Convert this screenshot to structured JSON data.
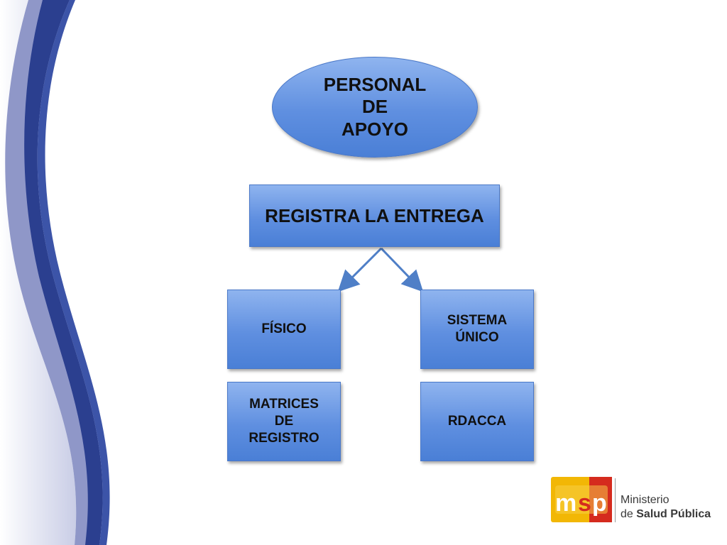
{
  "diagram": {
    "top_node": "PERSONAL\nDE\nAPOYO",
    "main_node": "REGISTRA LA ENTREGA",
    "left_branch": "FÍSICO",
    "right_branch": "SISTEMA\nÚNICO",
    "left_sub": "MATRICES\nDE\nREGISTRO",
    "right_sub": "RDACCA"
  },
  "logo": {
    "mark_text": "msp",
    "line1": "Ministerio",
    "line2_prefix": "de ",
    "line2_bold": "Salud Pública"
  },
  "colors": {
    "node_fill": "#5f8fe0",
    "arrow": "#4f7fc7",
    "deco_dark": "#2b3f8f",
    "deco_light": "#8f97c8",
    "logo_yellow": "#f2b705",
    "logo_red": "#d52b1e"
  }
}
